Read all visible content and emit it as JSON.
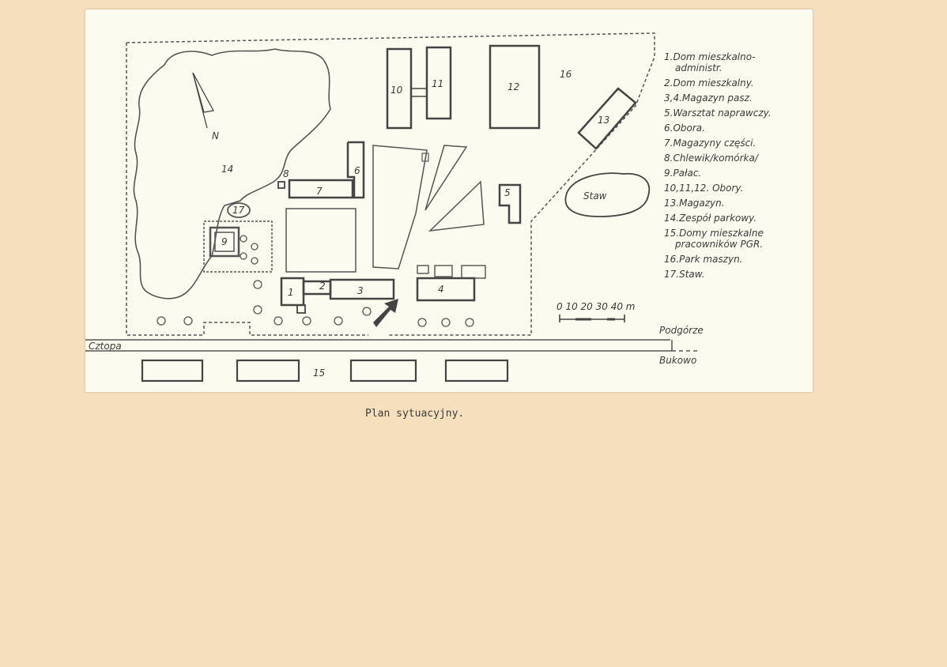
{
  "caption": "Plan sytuacyjny.",
  "legend": [
    "1.Dom mieszkalno-",
    "administr.",
    "2.Dom mieszkalny.",
    "3,4.Magazyn pasz.",
    "5.Warsztat naprawczy.",
    "6.Obora.",
    "7.Magazyny części.",
    "8.Chlewik/komórka/",
    "9.Pałac.",
    "10,11,12. Obory.",
    "13.Magazyn.",
    "14.Zespół parkowy.",
    "15.Domy mieszkalne",
    "pracowników PGR.",
    "16.Park maszyn.",
    "17.Staw."
  ],
  "map": {
    "north": "N",
    "pond_label": "Staw",
    "roads": {
      "left": "Cztopa",
      "right_top": "Podgórze",
      "right_bottom": "Bukowo"
    },
    "scale_label": "0 10 20 30 40 m",
    "building_numbers": {
      "b1": "1",
      "b2": "2",
      "b3": "3",
      "b4": "4",
      "b5": "5",
      "b6": "6",
      "b7": "7",
      "b8": "8",
      "b9": "9",
      "b10": "10",
      "b11": "11",
      "b12": "12",
      "b13": "13",
      "b14": "14",
      "b15": "15",
      "b16": "16",
      "b17": "17"
    }
  }
}
